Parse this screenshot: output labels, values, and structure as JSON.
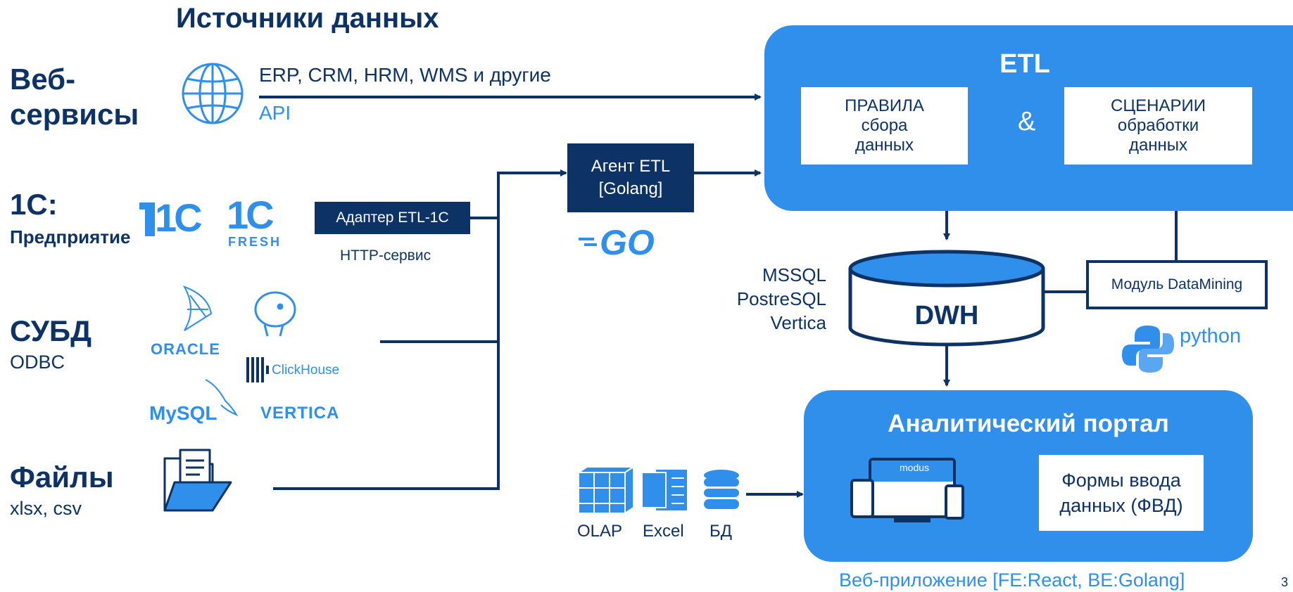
{
  "title": "Источники данных",
  "sources": {
    "web": {
      "title": "Веб-\nсервисы",
      "line": "ERP, CRM, HRM, WMS и другие",
      "api": "API"
    },
    "onec": {
      "title": "1С:",
      "subtitle": "Предприятие",
      "adapter": "Адаптер ETL-1С",
      "adapter_note": "HTTP-сервис",
      "logo_text_1": "1С",
      "logo_text_2": "1С",
      "fresh": "FRESH"
    },
    "dbms": {
      "title": "СУБД",
      "subtitle": "ODBC",
      "logos": [
        "ORACLE",
        "ClickHouse",
        "MySQL",
        "VERTICA"
      ]
    },
    "files": {
      "title": "Файлы",
      "subtitle": "xlsx, csv"
    }
  },
  "agent": {
    "label": "Агент ETL\n[Golang]",
    "go_logo": "GO"
  },
  "etl": {
    "title": "ETL",
    "rules": "ПРАВИЛА\nсбора\nданных",
    "amp": "&",
    "scenarios": "СЦЕНАРИИ\nобработки\nданных"
  },
  "dwh": {
    "label": "DWH",
    "engines": "MSSQL\nPostreSQL\nVertica"
  },
  "datamining": {
    "label": "Модуль DataMining",
    "python": "python"
  },
  "portal": {
    "title": "Аналитический портал",
    "modus": "modus",
    "forms": "Формы ввода\nданных (ФВД)",
    "caption": "Веб-приложение [FE:React, BE:Golang]"
  },
  "exports": [
    {
      "label": "OLAP"
    },
    {
      "label": "Excel"
    },
    {
      "label": "БД"
    }
  ],
  "page_number": "3",
  "colors": {
    "navy": "#0d3366",
    "blue": "#2f8fea",
    "white": "#ffffff"
  },
  "icons": [
    "globe-icon",
    "folder-icon",
    "monitor-icon",
    "tablet-icon",
    "phone-icon",
    "olap-cube-icon",
    "excel-icon",
    "database-icon",
    "python-icon",
    "go-icon"
  ]
}
